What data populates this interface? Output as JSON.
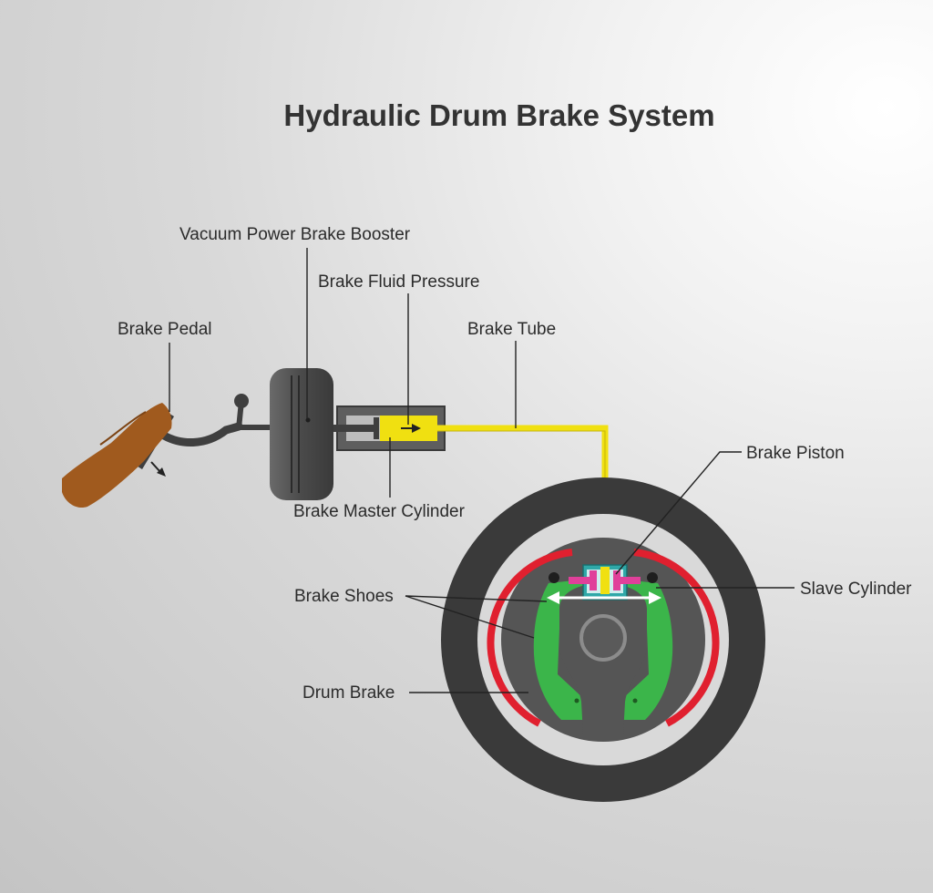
{
  "title": "Hydraulic Drum Brake System",
  "labels": {
    "booster": "Vacuum Power Brake Booster",
    "fluid_pressure": "Brake Fluid Pressure",
    "pedal": "Brake Pedal",
    "tube": "Brake Tube",
    "piston": "Brake Piston",
    "master_cylinder": "Brake Master Cylinder",
    "shoes": "Brake Shoes",
    "slave_cylinder": "Slave Cylinder",
    "drum": "Drum Brake"
  },
  "colors": {
    "title": "#333333",
    "tire": "#3a3a3a",
    "drum_face": "#d9d9d9",
    "backing_plate": "#555555",
    "shoe_fill": "#3bb54a",
    "lining": "#e0202f",
    "fluid": "#f0e011",
    "piston": "#e0409a",
    "slave_cylinder": "#2fa8a8",
    "booster": "#4a4a4a",
    "shoe_foot": "#a05a1e"
  },
  "icons": [
    "push-direction-arrow-icon",
    "fluid-flow-arrow-icon",
    "shoe-expansion-arrows-icon"
  ]
}
